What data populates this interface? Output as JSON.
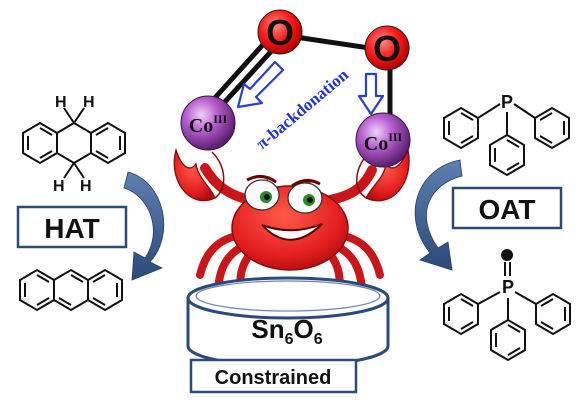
{
  "oxygen": {
    "atom1": "O",
    "atom2": "O"
  },
  "cobalt": {
    "left": {
      "symbol": "Co",
      "oxidation": "III"
    },
    "right": {
      "symbol": "Co",
      "oxidation": "III"
    }
  },
  "backdonation": {
    "greek": "π",
    "label": "-backdonation"
  },
  "hat_box": {
    "label": "HAT"
  },
  "oat_box": {
    "label": "OAT"
  },
  "cluster": {
    "sn": "Sn",
    "sn_sub": "6",
    "o": "O",
    "o_sub": "6"
  },
  "constrained_box": {
    "label": "Constrained"
  },
  "molecules": {
    "dihydroanthracene_h": [
      "H",
      "H",
      "H",
      "H"
    ],
    "phosphine_atom": "P",
    "phosphine_oxide_atom": "P"
  },
  "colors": {
    "crab": "#e02020",
    "crab_dark": "#b01010",
    "oxygen": "#ff1a1a",
    "cobalt": "#9b3fb5",
    "arrow_blue": "#2a3ecf",
    "curve_arrow": "#3c5a86",
    "box_border": "#2b4a78"
  }
}
